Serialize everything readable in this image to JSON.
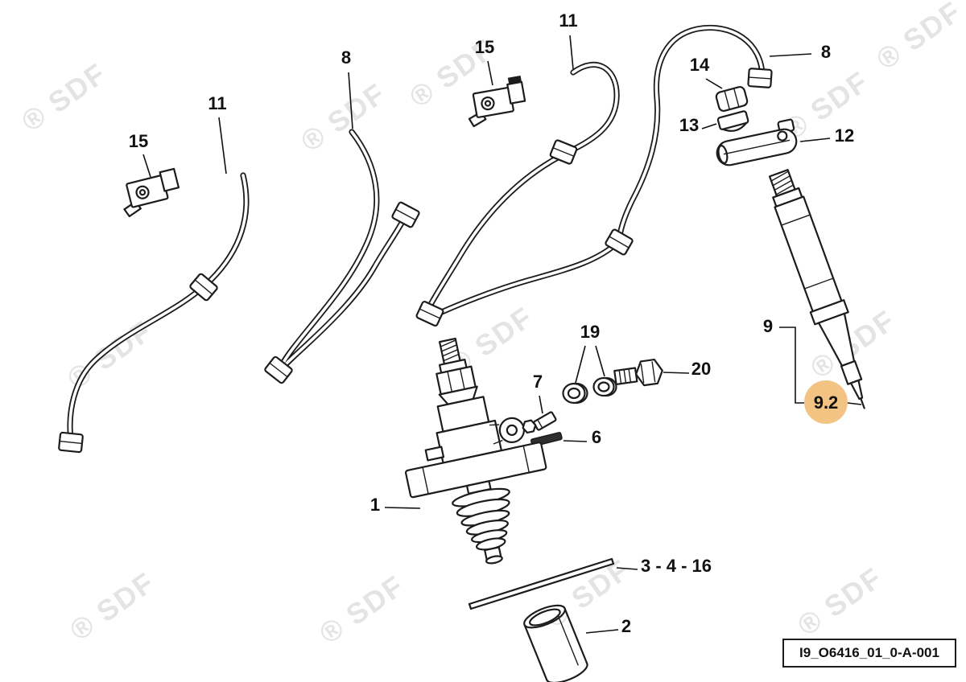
{
  "watermark": {
    "text": "® SDF",
    "color": "#e4e4e4"
  },
  "highlight": {
    "color": "#f2c383"
  },
  "line_color": "#1c1c1c",
  "drawing_code": "I9_O6416_01_0-A-001",
  "callouts": [
    {
      "text": "15"
    },
    {
      "text": "11"
    },
    {
      "text": "8"
    },
    {
      "text": "15"
    },
    {
      "text": "11"
    },
    {
      "text": "8"
    },
    {
      "text": "14"
    },
    {
      "text": "13"
    },
    {
      "text": "12"
    },
    {
      "text": "9"
    },
    {
      "text": "9.2"
    },
    {
      "text": "19"
    },
    {
      "text": "20"
    },
    {
      "text": "7"
    },
    {
      "text": "6"
    },
    {
      "text": "1"
    },
    {
      "text": "3 - 4 - 16"
    },
    {
      "text": "2"
    }
  ]
}
